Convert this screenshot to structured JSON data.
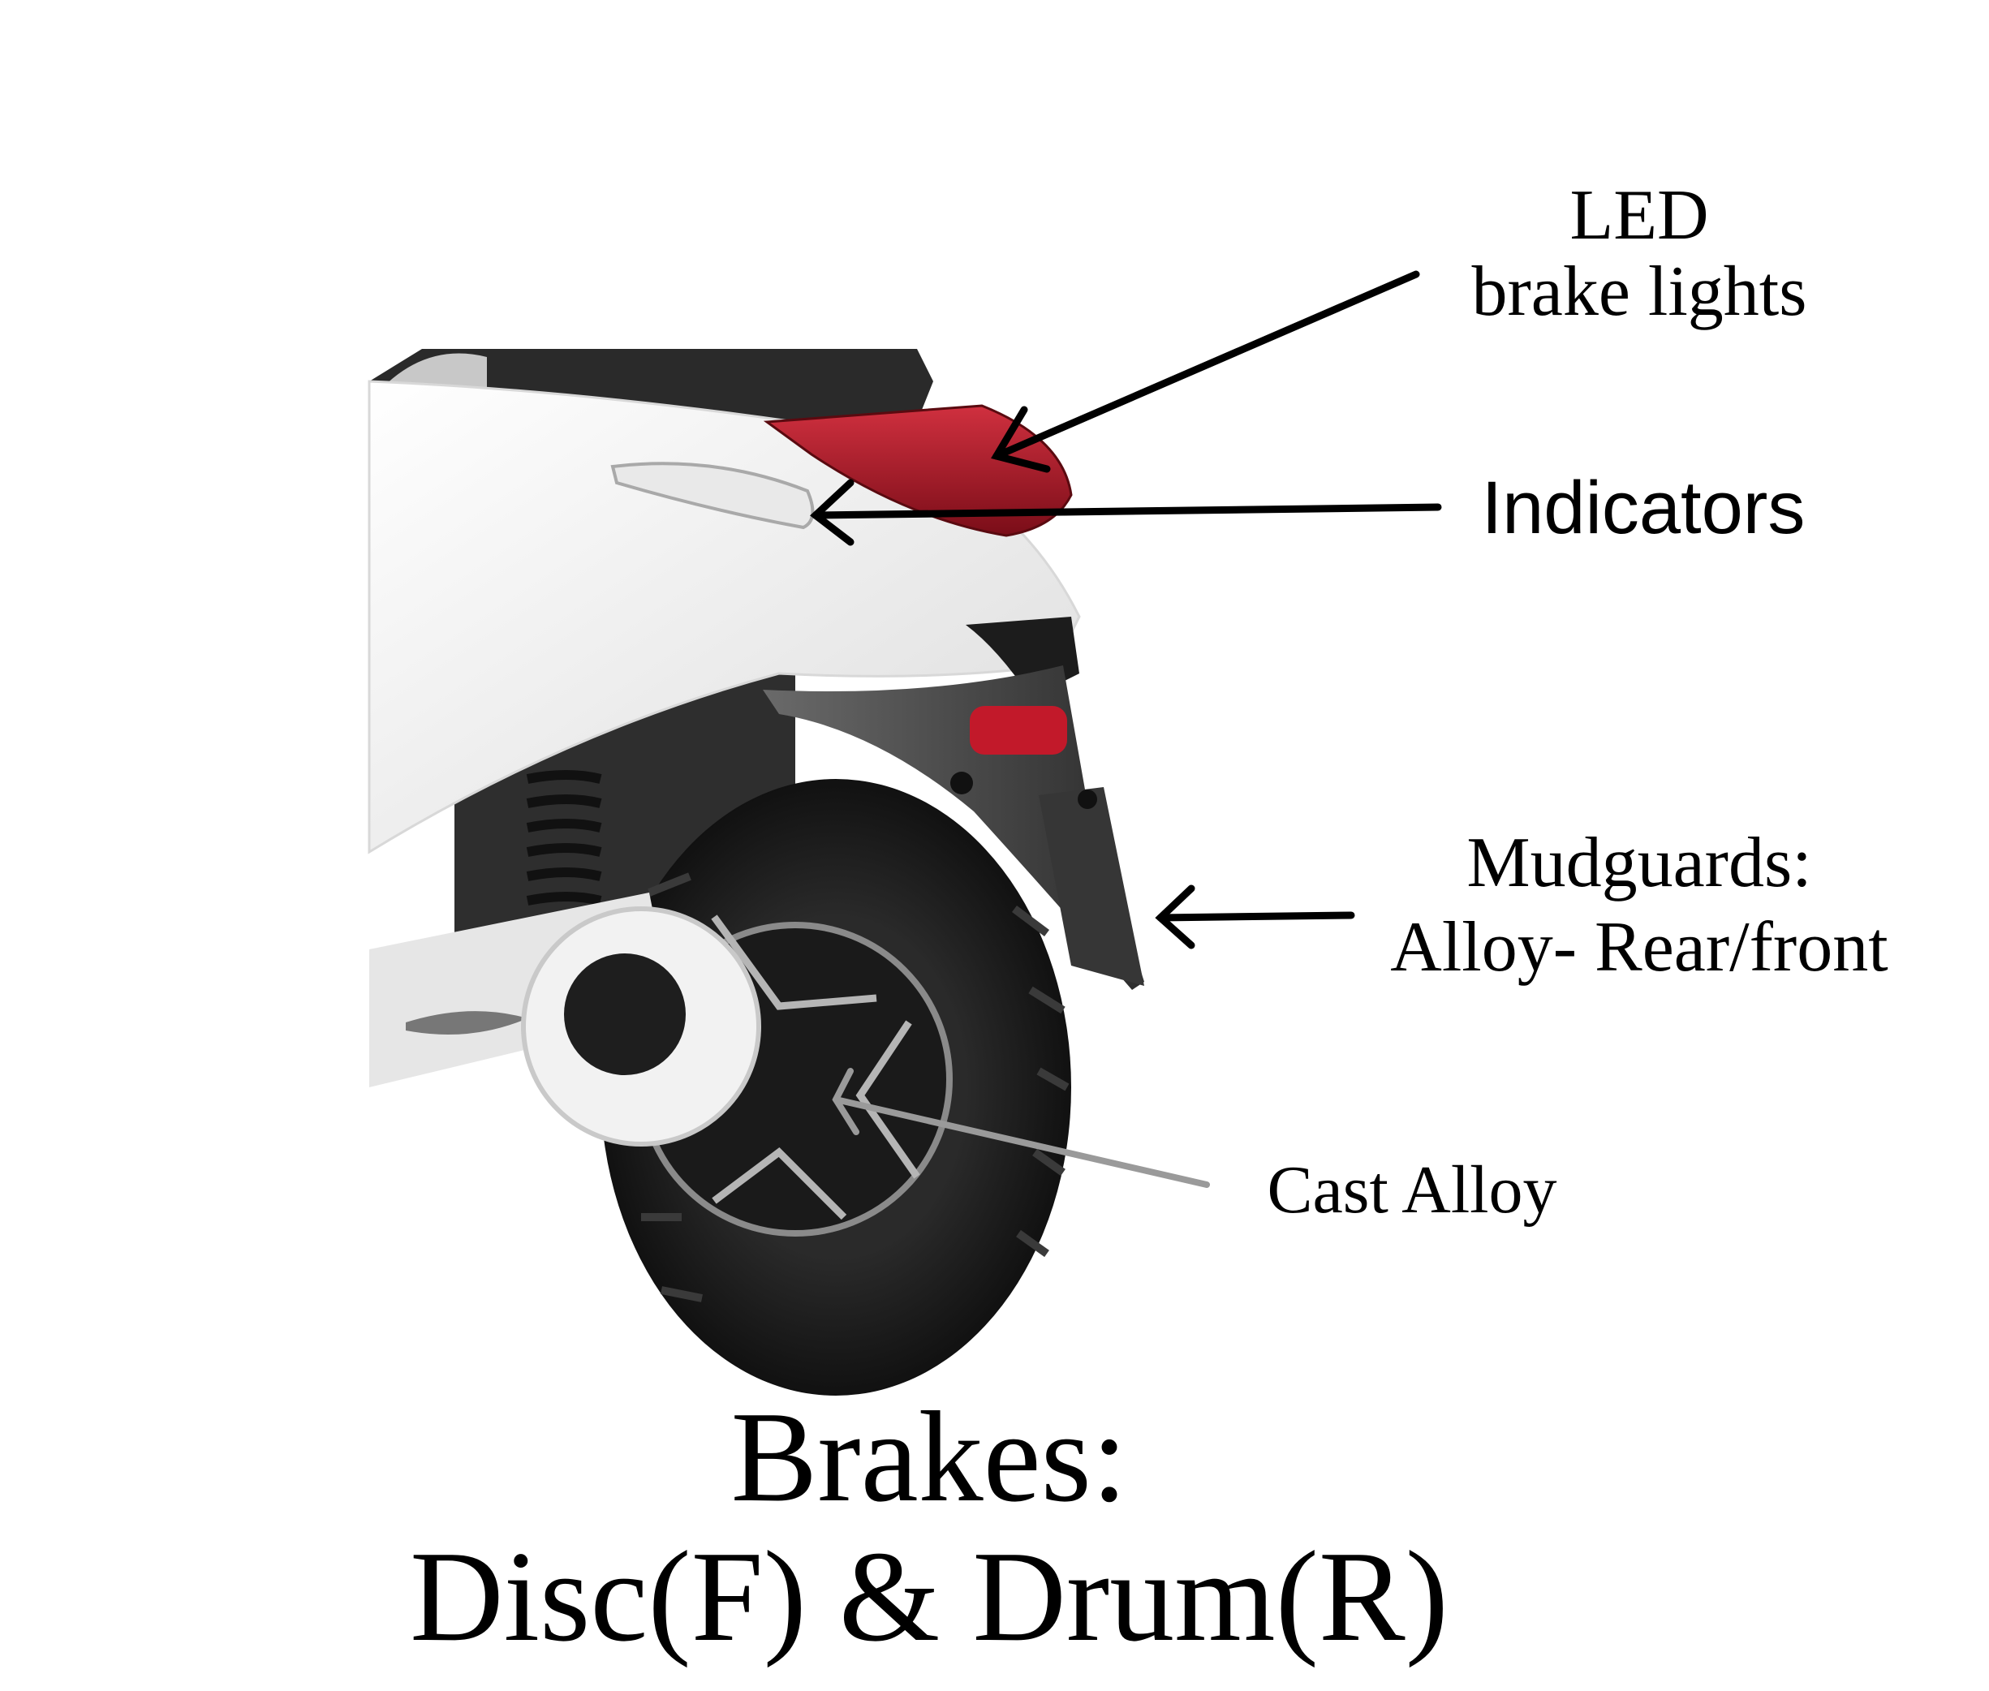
{
  "labels": {
    "led_line1": "LED",
    "led_line2": "brake lights",
    "indicators": "Indicators",
    "mudguards_line1": "Mudguards:",
    "mudguards_line2": "Alloy- Rear/front",
    "cast_alloy": "Cast Alloy",
    "brakes_line1": "Brakes:",
    "brakes_line2": "Disc(F) & Drum(R)"
  },
  "colors": {
    "body_white": "#f4f4f4",
    "tail_light_red": "#b0182a",
    "tyre_black": "#1c1c1c",
    "mudguard_grey": "#4a4a4a",
    "arrow_black": "#000000",
    "arrow_grey": "#9a9a9a"
  }
}
